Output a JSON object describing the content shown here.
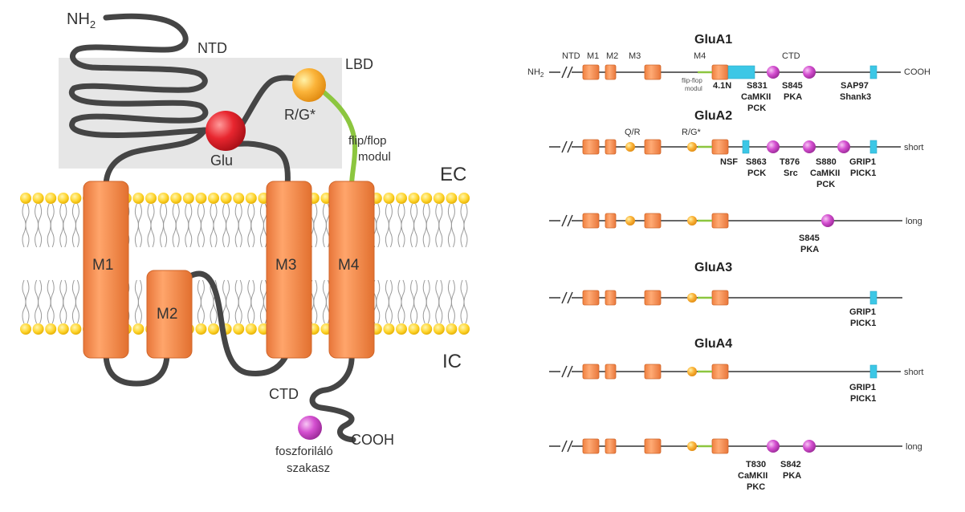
{
  "left_panel": {
    "nh2": "NH",
    "nh2_sub": "2",
    "ntd": "NTD",
    "lbd": "LBD",
    "rg": "R/G*",
    "glu": "Glu",
    "flip_flop_line1": "flip/flop",
    "flip_flop_line2": "modul",
    "ec": "EC",
    "ic": "IC",
    "m1": "M1",
    "m2": "M2",
    "m3": "M3",
    "m4": "M4",
    "ctd": "CTD",
    "cooh": "COOH",
    "phospho_line1": "foszforiláló",
    "phospho_line2": "szakasz"
  },
  "right_panel": {
    "glua1": {
      "title": "GluA1",
      "header": {
        "ntd": "NTD",
        "m1": "M1",
        "m2": "M2",
        "m3": "M3",
        "m4": "M4",
        "ctd": "CTD"
      },
      "nh2": "NH",
      "nh2_sub": "2",
      "cooh": "COOH",
      "flipflop_1": "flip-flop",
      "flipflop_2": "modul",
      "site_41n": "4.1N",
      "s831_1": "S831",
      "s831_2": "CaMKII",
      "s831_3": "PCK",
      "s845_1": "S845",
      "s845_2": "PKA",
      "sap97_1": "SAP97",
      "sap97_2": "Shank3"
    },
    "glua2": {
      "title": "GluA2",
      "qr": "Q/R",
      "rg": "R/G*",
      "short": "short",
      "nsf": "NSF",
      "s863_1": "S863",
      "s863_2": "PCK",
      "t876_1": "T876",
      "t876_2": "Src",
      "s880_1": "S880",
      "s880_2": "CaMKII",
      "s880_3": "PCK",
      "grip_1": "GRIP1",
      "grip_2": "PICK1",
      "long": "long",
      "s845_1": "S845",
      "s845_2": "PKA"
    },
    "glua3": {
      "title": "GluA3",
      "grip_1": "GRIP1",
      "grip_2": "PICK1"
    },
    "glua4": {
      "title": "GluA4",
      "short": "short",
      "grip_1": "GRIP1",
      "grip_2": "PICK1",
      "long": "long",
      "t830_1": "T830",
      "t830_2": "CaMKII",
      "t830_3": "PKC",
      "s842_1": "S842",
      "s842_2": "PKA"
    }
  },
  "colors": {
    "helix": "#f08a4b",
    "helix_edge": "#d0662a",
    "lbd_box": "#e6e6e6",
    "lipid_head": "#ffd42a",
    "glu_ball": "#e8262f",
    "rg_ball": "#f9a825",
    "phospho_ball": "#d44fd0",
    "flip_flop": "#8cc63f",
    "binding_box": "#3cc7e6",
    "chain": "#444444"
  }
}
